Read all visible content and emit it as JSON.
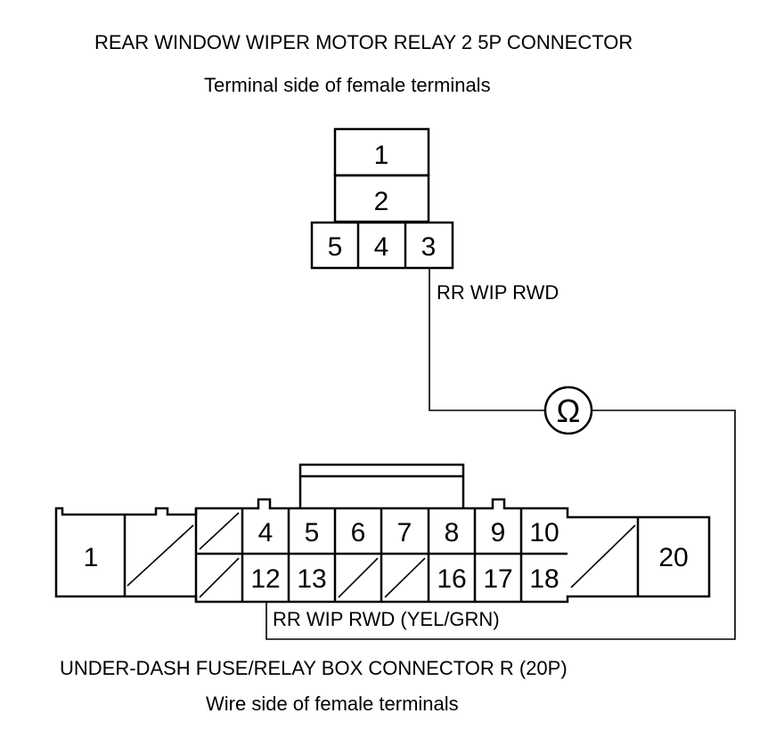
{
  "top_connector": {
    "title": "REAR WINDOW WIPER MOTOR RELAY 2 5P CONNECTOR",
    "subtitle": "Terminal side of female terminals",
    "pins": {
      "p1": "1",
      "p2": "2",
      "p5": "5",
      "p4": "4",
      "p3": "3"
    },
    "wire_label": "RR WIP RWD"
  },
  "meter": {
    "symbol": "Ω"
  },
  "bottom_connector": {
    "title": "UNDER-DASH FUSE/RELAY BOX CONNECTOR R (20P)",
    "subtitle": "Wire side of female terminals",
    "pins": {
      "p1": "1",
      "p4": "4",
      "p5": "5",
      "p6": "6",
      "p7": "7",
      "p8": "8",
      "p9": "9",
      "p10": "10",
      "p12": "12",
      "p13": "13",
      "p16": "16",
      "p17": "17",
      "p18": "18",
      "p20": "20"
    },
    "wire_label": "RR WIP RWD (YEL/GRN)"
  }
}
